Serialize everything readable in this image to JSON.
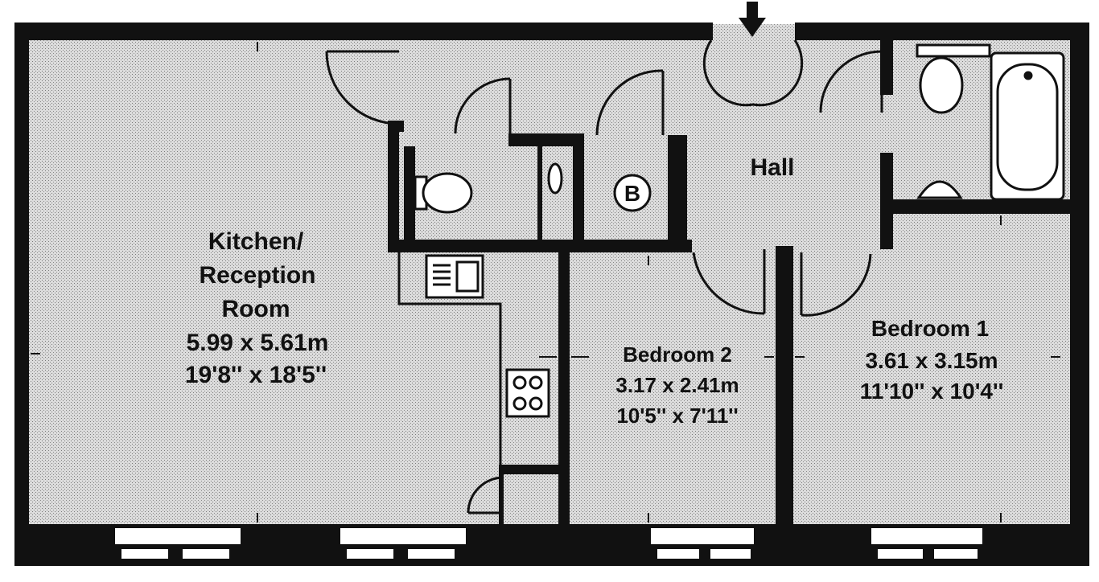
{
  "plan": {
    "colors": {
      "wall": "#111111",
      "floor": "#d7d7d7",
      "background": "#ffffff"
    },
    "entrance": {
      "icon": "arrow-down-icon"
    },
    "rooms": {
      "kitchen": {
        "name_line1": "Kitchen/",
        "name_line2": "Reception",
        "name_line3": "Room",
        "metric": "5.99 x 5.61m",
        "imperial": "19'8'' x 18'5''"
      },
      "hall": {
        "name": "Hall"
      },
      "bedroom2": {
        "name": "Bedroom 2",
        "metric": "3.17 x 2.41m",
        "imperial": "10'5'' x 7'11''"
      },
      "bedroom1": {
        "name": "Bedroom 1",
        "metric": "3.61 x 3.15m",
        "imperial": "11'10'' x 10'4''"
      },
      "boiler": {
        "label": "B"
      }
    }
  }
}
